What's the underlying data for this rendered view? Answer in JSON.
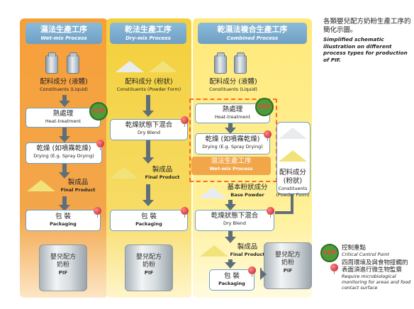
{
  "columns": {
    "wet": {
      "title_zh": "濕法生產工序",
      "title_en": "Wet-mix Process"
    },
    "dry": {
      "title_zh": "乾法生產工序",
      "title_en": "Dry-mix Process"
    },
    "combined": {
      "title_zh": "乾濕法複合生產工序",
      "title_en": "Combined Process"
    }
  },
  "steps": {
    "ingredients_liquid": {
      "zh": "配料成分 (液體)",
      "en": "Constituents (Liquid)"
    },
    "ingredients_powder": {
      "zh": "配料成分 (粉狀)",
      "en": "Constituents (Powder Form)"
    },
    "ingredients_powder_side": {
      "zh": "配料成分\n(粉狀)",
      "en": "Constituents\n(Powder Form)"
    },
    "heat_treatment": {
      "zh": "熱處理",
      "en": "Heat-treatment"
    },
    "drying": {
      "zh": "乾燥 (如噴霧乾燥)",
      "en": "Drying (E.g. Spray Drying)"
    },
    "final_product": {
      "zh": "製成品",
      "en": "Final Product"
    },
    "packaging": {
      "zh": "包 裝",
      "en": "Packaging"
    },
    "dry_blend": {
      "zh": "乾燥狀態下混合",
      "en": "Dry Blend"
    },
    "base_powder": {
      "zh": "基本粉狀成分",
      "en": "Base Powder"
    },
    "wet_inner": {
      "zh": "濕法生產工序",
      "en": "Wet-mix Process"
    },
    "pif": {
      "zh": "嬰兒配方\n奶粉",
      "en": "PIF"
    }
  },
  "ccp_badge": "CCP",
  "note": {
    "zh": "各類嬰兒配方奶粉生產工序的簡化示圖。",
    "en": "Simplified schematic illustration on different process types for production of PIF."
  },
  "legend": {
    "ccp": {
      "zh": "控制重點",
      "en": "Critical Control Point"
    },
    "monitor": {
      "zh": "四周環境及與食物接觸的表面須進行微生物監察",
      "en": "Require microbiological monitoring for areas and food contact surface"
    }
  },
  "colors": {
    "wet": "#f6a03a",
    "dry": "#f3cf3a",
    "combined": "#ffe97a",
    "header": "#7eaed3",
    "ccp": "#4c9c3a",
    "pin": "#c6161c"
  }
}
